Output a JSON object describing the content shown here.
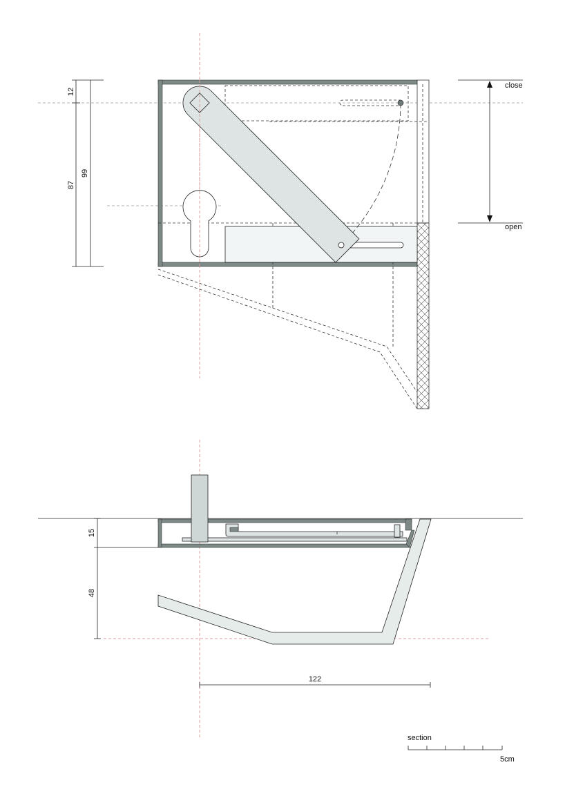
{
  "plan": {
    "dim_top": "12",
    "dim_handle": "87",
    "dim_total": "99",
    "label_close": "close",
    "label_open": "open"
  },
  "section": {
    "dim_top": "15",
    "dim_depth": "48",
    "dim_width": "122"
  },
  "scale": {
    "title": "section",
    "unit": "5cm"
  },
  "colors": {
    "wall": "#7d8a88",
    "part": "#dde4e3",
    "axis": "#d9a0a0"
  }
}
